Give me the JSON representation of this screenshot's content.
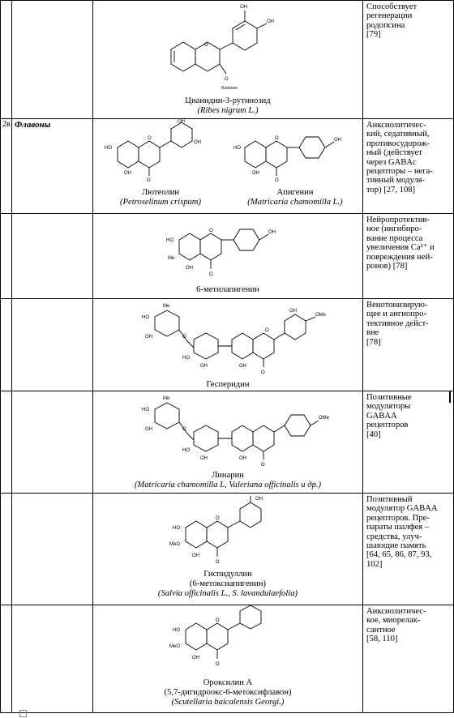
{
  "rows": [
    {
      "compound": "Цианидин-3-рутинозид",
      "source": "(Ribes nigrum L.)",
      "atoms": [
        "OH",
        "OH",
        "O",
        "O",
        "Rutinose"
      ],
      "effect": [
        "Способствует",
        "регенерации",
        "родопсина"
      ],
      "ref": "[79]"
    },
    {
      "num": "2в",
      "class": "Флавоны",
      "compounds": [
        {
          "name": "Лютеолин",
          "source": "(Petroselinum crispum)",
          "atoms": [
            "HO",
            "OH",
            "OH",
            "O",
            "OH",
            "O"
          ]
        },
        {
          "name": "Апигенин",
          "source": "(Matricaria chamomilla L.)",
          "atoms": [
            "HO",
            "O",
            "OH",
            "OH",
            "O"
          ]
        }
      ],
      "effect": [
        "Анксиолитичес-",
        "кий, седативный,",
        "противосудорож-",
        "ный (действует",
        "через GABAc",
        "рецепторы – нега-",
        "тивный модуля-",
        "тор) [27, 108]"
      ]
    },
    {
      "compound": "6-метилапигенин",
      "atoms": [
        "HO",
        "O",
        "OH",
        "Me",
        "OH",
        "O"
      ],
      "effect": [
        "Нейропротектив-",
        "ное (ингибиро-",
        "вание процесса",
        "увеличения Ca²⁺ и",
        "повреждения ней-",
        "ронов) [78]"
      ]
    },
    {
      "compound": "Гесперидин",
      "atoms": [
        "Me",
        "HO",
        "OH",
        "O",
        "OH",
        "OMe",
        "O",
        "HO",
        "OH",
        "OH",
        "O"
      ],
      "effect": [
        "Венотонизирую-",
        "щее и ангиопро-",
        "тективное дейст-",
        "вие"
      ],
      "ref": "[78]"
    },
    {
      "compound": "Линарин",
      "source": "(Matricaria chamomilla L, Valeriana officinalis и др.)",
      "atoms": [
        "Me",
        "HO",
        "OH",
        "O",
        "OMe",
        "HO",
        "OH",
        "OH",
        "O"
      ],
      "effect": [
        "Позитивные",
        "модуляторы",
        "GABAA",
        "рецепторов"
      ],
      "ref": "[40]"
    },
    {
      "compound": "Гиспидуллин",
      "synonym": "(6-метоксиапигенин)",
      "source": "(Salvia officinalis L., S. lavandulaefolia)",
      "atoms": [
        "OH",
        "HO",
        "O",
        "MeO",
        "OH",
        "O"
      ],
      "effect": [
        "Позитивный",
        "модулятор GABAA",
        "рецепторов. Пре-",
        "параты шалфея –",
        "средства, улуч-",
        "шающие память",
        "[64, 65, 86, 87, 93,",
        "102]"
      ]
    },
    {
      "compound": "Ороксилин А",
      "synonym": "(5,7-дигидроокс-6-метоксифлавон)",
      "source": "(Scutellaria baicalensis Georgi.)",
      "atoms": [
        "HO",
        "O",
        "MeO",
        "OH",
        "O"
      ],
      "effect": [
        "Анксиолитичес-",
        "кое, миорелак-",
        "сантное"
      ],
      "ref": "[58, 110]"
    }
  ]
}
